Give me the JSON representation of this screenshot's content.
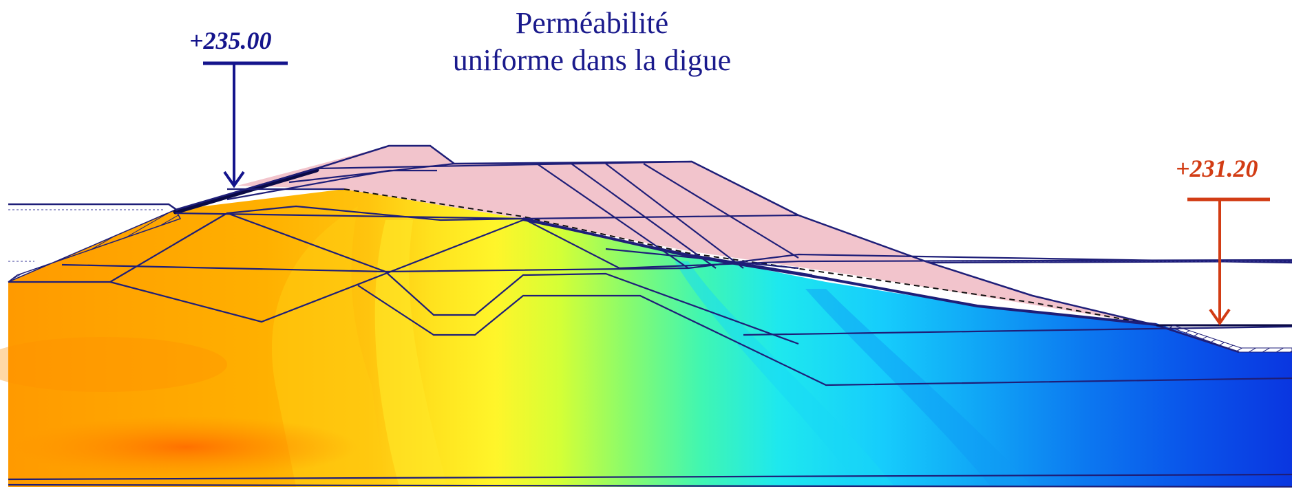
{
  "title": {
    "line1": "Perméabilité",
    "line2": "uniforme dans la digue"
  },
  "upstream_level": {
    "label": "+235.00",
    "color": "#14148c"
  },
  "downstream_level": {
    "label": "+231.20",
    "color": "#d23c14"
  },
  "colors": {
    "mesh": "#1e1e78",
    "core_fill": "#f2c4cc",
    "contour_ramp": [
      "#ff7a00",
      "#ff9800",
      "#ffb000",
      "#ffd21a",
      "#fff228",
      "#d6ff32",
      "#7dfc6e",
      "#3cf8b4",
      "#1ee6f0",
      "#14c8ff",
      "#0f96f5",
      "#0a64f0",
      "#0a3ce6"
    ]
  }
}
